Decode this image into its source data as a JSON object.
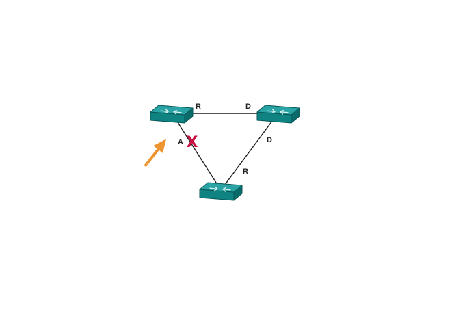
{
  "diagram": {
    "type": "network-topology",
    "description": "Three switches connected in a triangle with spanning-tree port roles; one port blocked",
    "nodes": [
      {
        "id": "switch-top-left"
      },
      {
        "id": "switch-top-right"
      },
      {
        "id": "switch-bottom"
      }
    ],
    "links": [
      {
        "from": "switch-top-left",
        "to": "switch-top-right",
        "from_port": "R",
        "to_port": "D",
        "blocked": false
      },
      {
        "from": "switch-top-left",
        "to": "switch-bottom",
        "from_port": "A",
        "to_port": "",
        "blocked": true
      },
      {
        "from": "switch-top-right",
        "to": "switch-bottom",
        "from_port": "D",
        "to_port": "R",
        "blocked": false
      }
    ],
    "labels": {
      "top_link_left": "R",
      "top_link_right": "D",
      "left_link_top": "A",
      "right_link_top": "D",
      "right_link_bottom": "R",
      "blocked_mark": "X"
    },
    "colors": {
      "switch_top": "#29a3a3",
      "switch_front": "#0f8282",
      "switch_side": "#0b6b6b",
      "switch_outline": "#085757",
      "link": "#1a1a1a",
      "port_label": "#222222",
      "blocked_x": "#c81040",
      "arrow": "#ee9430",
      "background": "#ffffff"
    }
  }
}
